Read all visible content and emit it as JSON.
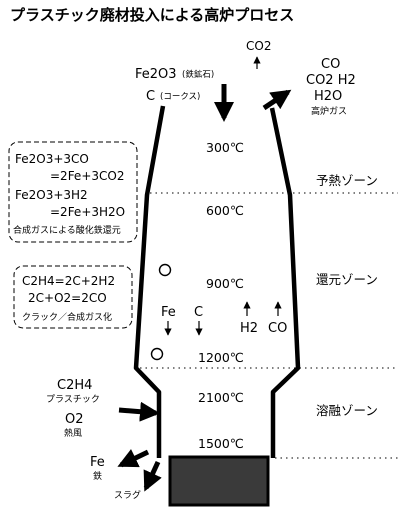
{
  "title": "プラスチック廃材投入による高炉プロセス",
  "top_inputs": {
    "ore_formula": "Fe2O3",
    "ore_name": "(鉄鉱石)",
    "coke_formula": "C",
    "coke_name": "(コークス)"
  },
  "top_outputs": {
    "co2": "CO2",
    "gas_line1": "CO",
    "gas_line2": "CO2  H2",
    "gas_line3": "H2O",
    "gas_name": "高炉ガス"
  },
  "temperatures": [
    "300℃",
    "600℃",
    "900℃",
    "1200℃",
    "2100℃",
    "1500℃"
  ],
  "zones": [
    "予熱ゾーン",
    "還元ゾーン",
    "溶融ゾーン"
  ],
  "reduction_box": {
    "line1": "Fe2O3+3CO",
    "line2": "=2Fe+3CO2",
    "line3": "Fe2O3+3H2",
    "line4": "=2Fe+3H2O",
    "caption": "合成ガスによる酸化鉄還元"
  },
  "cracking_box": {
    "line1": "C2H4=2C+2H2",
    "line2": "2C+O2=2CO",
    "caption": "クラック／合成ガス化"
  },
  "internal": {
    "fe": "Fe",
    "c": "C",
    "h2": "H2",
    "co": "CO"
  },
  "tuyere_inputs": {
    "c2h4": "C2H4",
    "plastic": "プラスチック",
    "o2": "O2",
    "hot_blast": "熱風"
  },
  "bottom_outputs": {
    "fe": "Fe",
    "fe_name": "鉄",
    "slag": "スラグ"
  }
}
